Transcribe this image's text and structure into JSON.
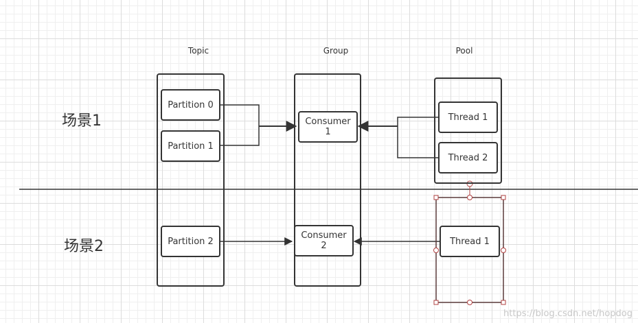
{
  "columns": {
    "topic": "Topic",
    "group": "Group",
    "pool": "Pool"
  },
  "scenes": {
    "scene1": "场景1",
    "scene2": "场景2"
  },
  "scene1": {
    "partitions": [
      "Partition 0",
      "Partition 1"
    ],
    "consumer_line1": "Consumer",
    "consumer_line2": "1",
    "threads": [
      "Thread 1",
      "Thread 2"
    ]
  },
  "scene2": {
    "partition": "Partition 2",
    "consumer_line1": "Consumer",
    "consumer_line2": "2",
    "thread": "Thread 1"
  },
  "watermark": "https://blog.csdn.net/hopdog",
  "colors": {
    "stroke": "#333333",
    "selection": "#5a3a3a",
    "handle": "#b04040",
    "grid": "#dcdcdc"
  }
}
